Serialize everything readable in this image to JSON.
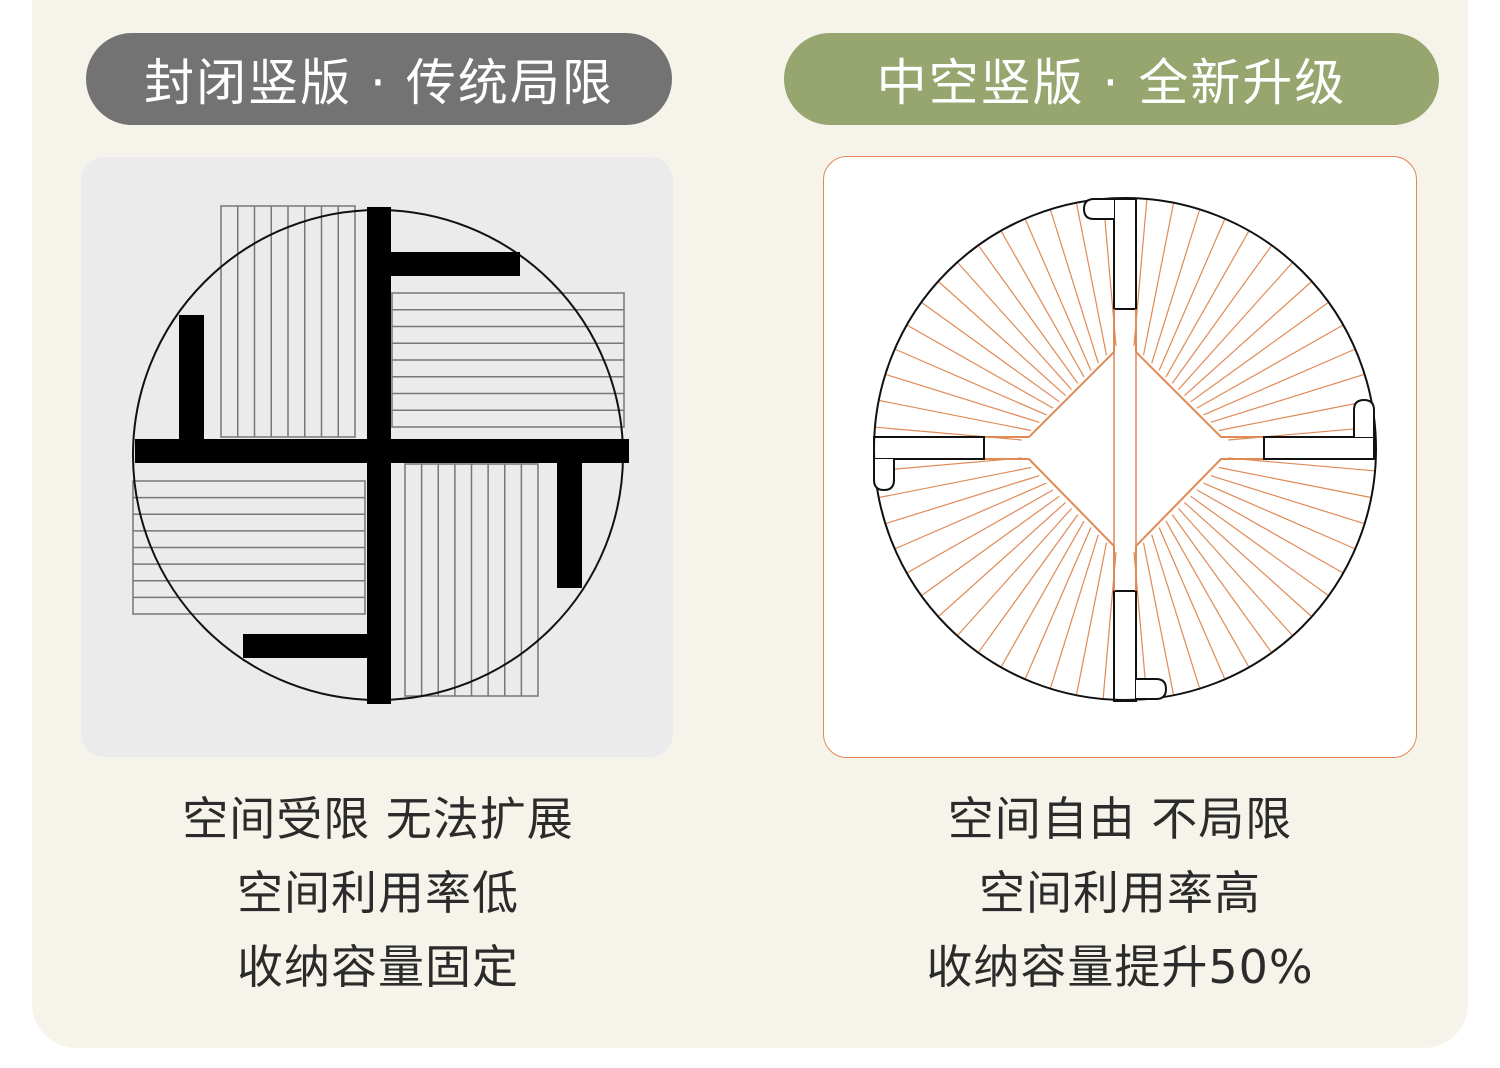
{
  "left": {
    "title": "封闭竖版 · 传统局限",
    "lines": [
      "空间受限 无法扩展",
      "空间利用率低",
      "收纳容量固定"
    ]
  },
  "right": {
    "title": "中空竖版 · 全新升级",
    "lines": [
      "空间自由 不局限",
      "空间利用率高",
      "收纳容量提升50%"
    ]
  },
  "colors": {
    "background": "#f6f4ea",
    "left_pill": "#737373",
    "right_pill": "#97a66f",
    "accent_orange": "#e08a55",
    "text": "#2b2b2b"
  }
}
